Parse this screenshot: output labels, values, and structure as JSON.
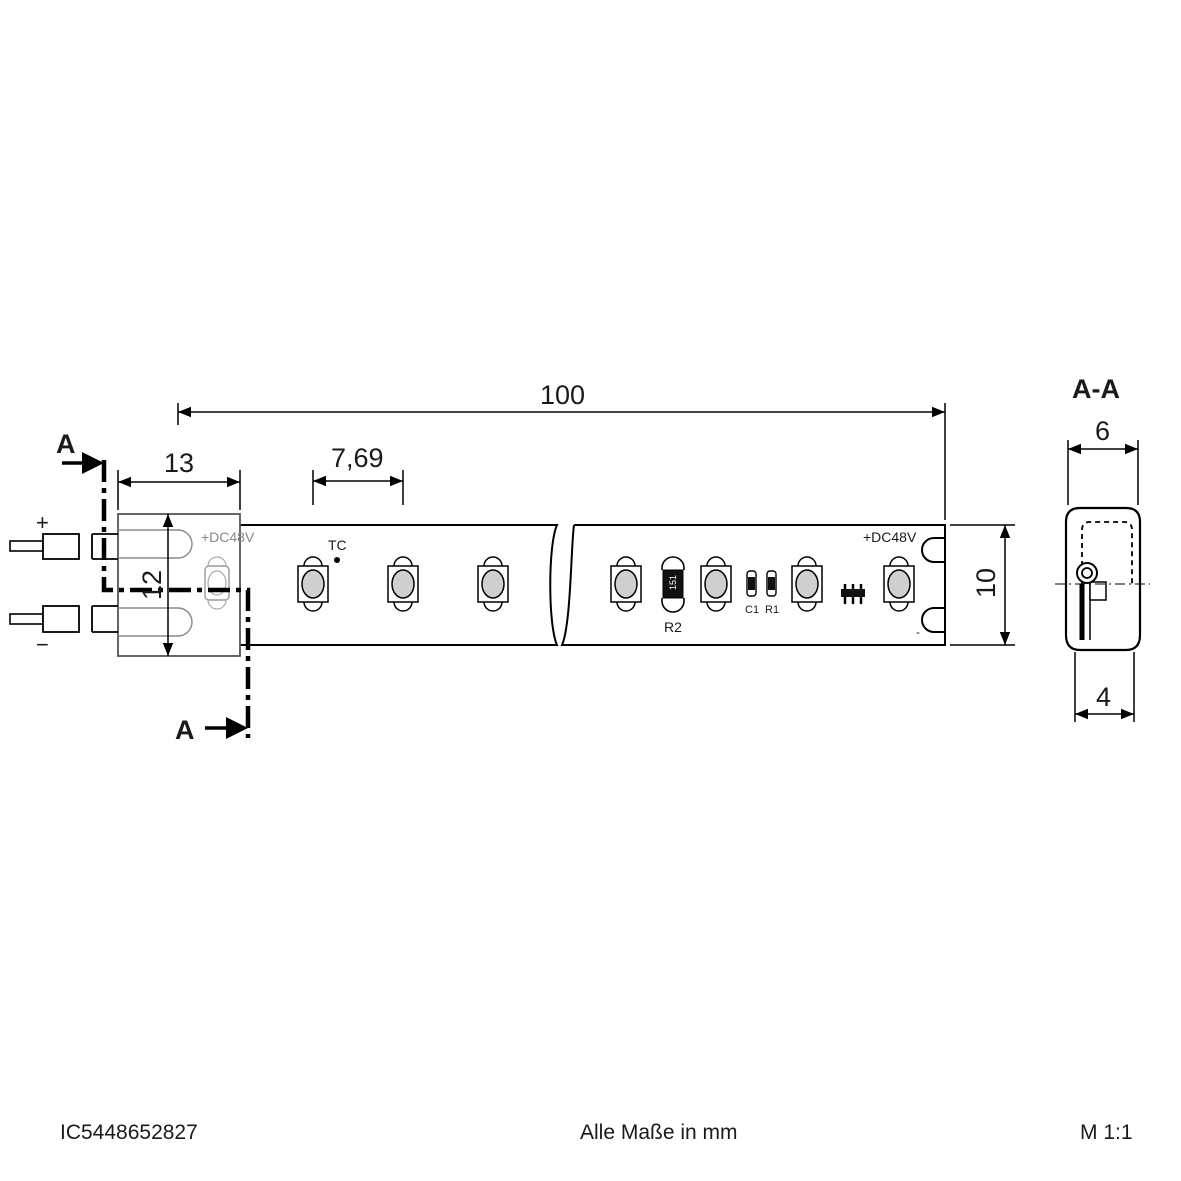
{
  "dimensions": {
    "length": "100",
    "connector_length": "13",
    "led_pitch": "7,69",
    "height": "12",
    "width": "10",
    "section_width": "6",
    "section_height": "4"
  },
  "section": {
    "marker": "A",
    "title": "A-A"
  },
  "pcb": {
    "voltage_label": "+DC48V",
    "minus_sign": "-",
    "tc_label": "TC",
    "resistor_r2_label": "R2",
    "resistor_r2_code": "151",
    "capacitor_c1_label": "C1",
    "resistor_r1_label": "R1",
    "chip_code": "151"
  },
  "connector": {
    "plus_sign": "+",
    "minus_sign": "−",
    "voltage_label": "+DC48V"
  },
  "footer": {
    "article_number": "IC5448652827",
    "unit_note": "Alle Maße in mm",
    "scale": "M 1:1"
  }
}
